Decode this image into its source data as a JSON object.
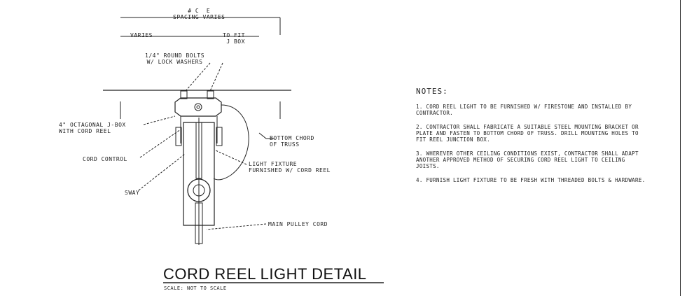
{
  "labels": {
    "spacing_top": "# C  E\nSPACING VARIES",
    "varies": "VARIES",
    "to_fit": "TO FIT\nJ BOX",
    "bolts": "1/4\" ROUND BOLTS\nW/ LOCK WASHERS",
    "octagonal_box": "4\" OCTAGONAL J-BOX\nWITH CORD REEL",
    "cord_control": "CORD CONTROL",
    "sway": "SWAY",
    "bottom_chord": "BOTTOM CHORD\nOF TRUSS",
    "light_fixture": "LIGHT FIXTURE\nFURNISHED W/ CORD REEL",
    "main_pulley_cord": "MAIN PULLEY CORD"
  },
  "notes": {
    "heading": "NOTES:",
    "items": [
      "1. CORD REEL LIGHT TO BE FURNISHED W/ FIRESTONE AND INSTALLED BY\nCONTRACTOR.",
      "2. CONTRACTOR SHALL FABRICATE A SUITABLE STEEL MOUNTING BRACKET OR\nPLATE AND FASTEN TO BOTTOM CHORD OF TRUSS. DRILL MOUNTING HOLES TO\nFIT REEL JUNCTION BOX.",
      "3. WHEREVER OTHER CEILING CONDITIONS EXIST, CONTRACTOR SHALL ADAPT\nANOTHER APPROVED METHOD OF SECURING CORD REEL LIGHT TO CEILING\nJOISTS.",
      "4. FURNISH LIGHT FIXTURE TO BE FRESH WITH THREADED BOLTS & HARDWARE."
    ]
  },
  "title": {
    "main": "CORD REEL LIGHT DETAIL",
    "scale": "SCALE: NOT TO SCALE"
  }
}
